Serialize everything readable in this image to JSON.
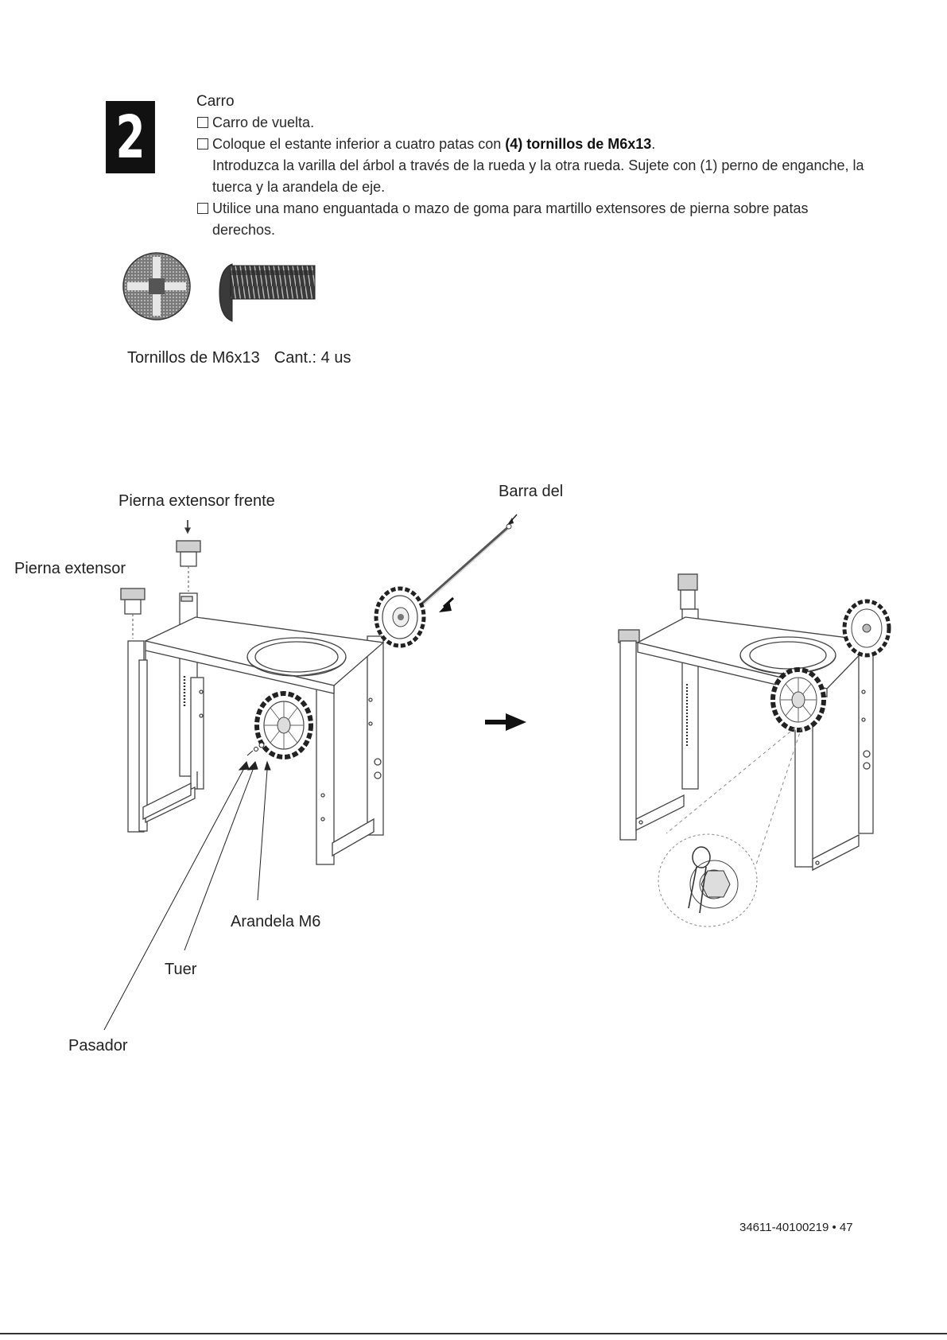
{
  "step": {
    "number": "2"
  },
  "instructions": {
    "title": "Carro",
    "item1": "Carro de vuelta.",
    "item2_pre": "Coloque el estante inferior a cuatro patas con ",
    "item2_bold": "(4) tornillos de M6x13",
    "item2_post": ".",
    "item2_cont": "Introduzca la varilla del árbol a través de la rueda y la otra rueda. Sujete con (1) perno de enganche, la tuerca y la arandela de eje.",
    "item3": "Utilice una mano enguantada o mazo de goma para martillo extensores de pierna sobre patas",
    "item3_cont": "derechos."
  },
  "hardware": {
    "caption": "Tornillos de M6x13",
    "quantity": "Cant.: 4 us"
  },
  "labels": {
    "leg_extender_front": "Pierna extensor frente",
    "leg_extender": "Pierna extensor",
    "axle_bar": "Barra del",
    "washer": "Arandela M6",
    "nut": "Tuer",
    "pin": "Pasador"
  },
  "footer": {
    "page": "34611-40100219 • 47"
  }
}
